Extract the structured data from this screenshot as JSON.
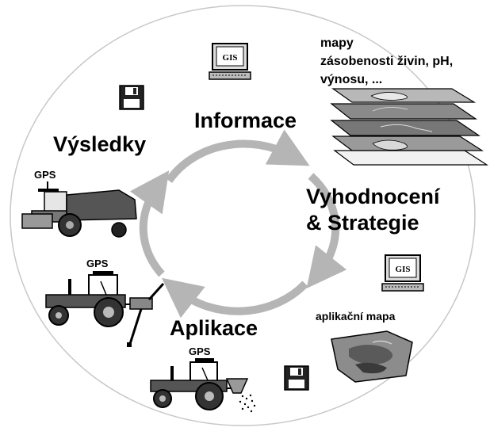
{
  "labels": {
    "informace": "Informace",
    "vysledky": "Výsledky",
    "vyhodnoceni_1": "Vyhodnocení",
    "vyhodnoceni_2": "& Strategie",
    "aplikace": "Aplikace",
    "maps_1": "mapy",
    "maps_2": "zásobenosti živin, pH,",
    "maps_3": "výnosu, ...",
    "application_map": "aplikační mapa",
    "gps_combine": "GPS",
    "gps_tractor_sprayer": "GPS",
    "gps_tractor_spreader": "GPS",
    "gis_top": "GIS",
    "gis_right": "GIS"
  },
  "icons": {
    "cycle": "cycle-arrows-icon",
    "computer": "computer-icon",
    "floppy": "floppy-disk-icon",
    "combine": "combine-harvester-icon",
    "tractor": "tractor-icon",
    "map_layers": "map-layers-icon",
    "application_map": "application-map-icon"
  },
  "colors": {
    "cycle": "#b5b5b5",
    "ellipse_border": "#c8c8c8",
    "machine": "#555555"
  }
}
